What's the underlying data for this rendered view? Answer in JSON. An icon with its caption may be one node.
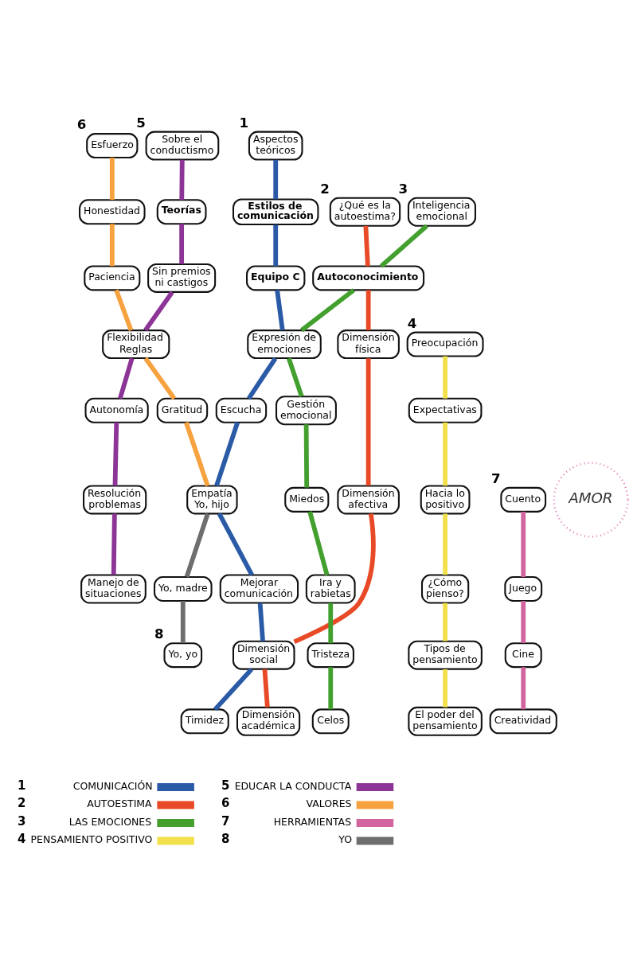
{
  "diagram": {
    "nodes": [
      {
        "text": [
          "Aspectos teóricos"
        ],
        "beside": [
          "1"
        ]
      },
      {
        "text": [
          "Estilos de comunicación"
        ]
      },
      {
        "text": [
          "Equipo C"
        ]
      },
      {
        "text": [
          "Expresión de emociones"
        ]
      },
      {
        "text": [
          "Escucha"
        ]
      },
      {
        "text": [
          "Empatía",
          "Yo, hijo"
        ]
      },
      {
        "text": [
          "Mejorar comunicación"
        ]
      },
      {
        "text": [
          "Dimensión social"
        ]
      },
      {
        "text": [
          "Timidez"
        ]
      },
      {
        "text": [
          "¿Qué es la autoestima?"
        ],
        "beside": [
          "2"
        ]
      },
      {
        "text": [
          "Autoconocimiento"
        ]
      },
      {
        "text": [
          "Dimensión física"
        ]
      },
      {
        "text": [
          "Dimensión afectiva"
        ]
      },
      {
        "text": [
          "Dimensión académica"
        ]
      },
      {
        "text": [
          "Inteligencia emocional"
        ],
        "beside": [
          "3"
        ]
      },
      {
        "text": [
          "Gestión emocional"
        ]
      },
      {
        "text": [
          "Miedos"
        ]
      },
      {
        "text": [
          "Ira y rabietas"
        ]
      },
      {
        "text": [
          "Tristeza"
        ]
      },
      {
        "text": [
          "Celos"
        ]
      },
      {
        "text": [
          "Preocupación"
        ],
        "beside": [
          "4"
        ]
      },
      {
        "text": [
          "Expectativas"
        ]
      },
      {
        "text": [
          "Hacia lo positivo"
        ]
      },
      {
        "text": [
          "¿Cómo pienso?"
        ]
      },
      {
        "text": [
          "Tipos de pensamiento"
        ]
      },
      {
        "text": [
          "El poder del pensamiento"
        ]
      },
      {
        "text": [
          "Sobre el conductismo"
        ],
        "beside": [
          "5"
        ]
      },
      {
        "text": [
          "Teorías"
        ]
      },
      {
        "text": [
          "Sin premios ni castigos"
        ]
      },
      {
        "text": [
          "Flexibilidad",
          "Reglas"
        ]
      },
      {
        "text": [
          "Autonomía"
        ]
      },
      {
        "text": [
          "Resolución problemas"
        ]
      },
      {
        "text": [
          "Manejo de situaciones"
        ]
      },
      {
        "text": [
          "Esfuerzo"
        ],
        "beside": [
          "6"
        ]
      },
      {
        "text": [
          "Honestidad"
        ]
      },
      {
        "text": [
          "Paciencia"
        ]
      },
      {
        "text": [
          "Gratitud"
        ]
      },
      {
        "text": [
          "Cuento"
        ],
        "beside": [
          "7"
        ]
      },
      {
        "text": [
          "Juego"
        ]
      },
      {
        "text": [
          "Cine"
        ]
      },
      {
        "text": [
          "Creatividad"
        ]
      },
      {
        "text": [
          "Yo, madre"
        ]
      },
      {
        "text": [
          "Yo, yo"
        ],
        "beside": [
          "8"
        ]
      },
      {
        "text": [
          "AMOR"
        ]
      }
    ],
    "edges": [
      {
        "from": 0,
        "to": 1,
        "arrow": "none",
        "color": "#2b5aa6"
      },
      {
        "from": 1,
        "to": 2,
        "arrow": "none",
        "color": "#2b5aa6"
      },
      {
        "from": 2,
        "to": 3,
        "arrow": "none",
        "color": "#2b5aa6"
      },
      {
        "from": 3,
        "to": 4,
        "arrow": "none",
        "color": "#2b5aa6"
      },
      {
        "from": 4,
        "to": 5,
        "arrow": "none",
        "color": "#2b5aa6"
      },
      {
        "from": 5,
        "to": 6,
        "arrow": "none",
        "color": "#2b5aa6"
      },
      {
        "from": 6,
        "to": 7,
        "arrow": "none",
        "color": "#2b5aa6"
      },
      {
        "from": 7,
        "to": 8,
        "arrow": "none",
        "color": "#2b5aa6"
      },
      {
        "from": 9,
        "to": 10,
        "arrow": "none",
        "color": "#e84a27"
      },
      {
        "from": 10,
        "to": 11,
        "arrow": "none",
        "color": "#e84a27"
      },
      {
        "from": 11,
        "to": 12,
        "arrow": "none",
        "color": "#e84a27"
      },
      {
        "from": 12,
        "to": 7,
        "arrow": "none",
        "color": "#e84a27"
      },
      {
        "from": 7,
        "to": 13,
        "arrow": "none",
        "color": "#e84a27"
      },
      {
        "from": 14,
        "to": 10,
        "arrow": "none",
        "color": "#43a02f"
      },
      {
        "from": 10,
        "to": 3,
        "arrow": "none",
        "color": "#43a02f"
      },
      {
        "from": 3,
        "to": 15,
        "arrow": "none",
        "color": "#43a02f"
      },
      {
        "from": 15,
        "to": 16,
        "arrow": "none",
        "color": "#43a02f"
      },
      {
        "from": 16,
        "to": 17,
        "arrow": "none",
        "color": "#43a02f"
      },
      {
        "from": 17,
        "to": 18,
        "arrow": "none",
        "color": "#43a02f"
      },
      {
        "from": 18,
        "to": 19,
        "arrow": "none",
        "color": "#43a02f"
      },
      {
        "from": 20,
        "to": 21,
        "arrow": "none",
        "color": "#f2e14c"
      },
      {
        "from": 21,
        "to": 22,
        "arrow": "none",
        "color": "#f2e14c"
      },
      {
        "from": 22,
        "to": 23,
        "arrow": "none",
        "color": "#f2e14c"
      },
      {
        "from": 23,
        "to": 24,
        "arrow": "none",
        "color": "#f2e14c"
      },
      {
        "from": 24,
        "to": 25,
        "arrow": "none",
        "color": "#f2e14c"
      },
      {
        "from": 26,
        "to": 27,
        "arrow": "none",
        "color": "#8d3597"
      },
      {
        "from": 27,
        "to": 28,
        "arrow": "none",
        "color": "#8d3597"
      },
      {
        "from": 28,
        "to": 29,
        "arrow": "none",
        "color": "#8d3597"
      },
      {
        "from": 29,
        "to": 30,
        "arrow": "none",
        "color": "#8d3597"
      },
      {
        "from": 30,
        "to": 31,
        "arrow": "none",
        "color": "#8d3597"
      },
      {
        "from": 31,
        "to": 32,
        "arrow": "none",
        "color": "#8d3597"
      },
      {
        "from": 33,
        "to": 34,
        "arrow": "none",
        "color": "#f6a23e"
      },
      {
        "from": 34,
        "to": 35,
        "arrow": "none",
        "color": "#f6a23e"
      },
      {
        "from": 35,
        "to": 29,
        "arrow": "none",
        "color": "#f6a23e"
      },
      {
        "from": 29,
        "to": 36,
        "arrow": "none",
        "color": "#f6a23e"
      },
      {
        "from": 36,
        "to": 5,
        "arrow": "none",
        "color": "#f6a23e"
      },
      {
        "from": 37,
        "to": 38,
        "arrow": "none",
        "color": "#d2649f"
      },
      {
        "from": 38,
        "to": 39,
        "arrow": "none",
        "color": "#d2649f"
      },
      {
        "from": 39,
        "to": 40,
        "arrow": "none",
        "color": "#d2649f"
      },
      {
        "from": 5,
        "to": 41,
        "arrow": "none",
        "color": "#6e6e6e"
      },
      {
        "from": 41,
        "to": 42,
        "arrow": "none",
        "color": "#6e6e6e"
      }
    ],
    "labels": [
      "1",
      "2",
      "3",
      "4",
      "5",
      "6",
      "7",
      "8"
    ],
    "legend": [
      {
        "text": "COMUNICACIÓN",
        "color": "#2b5aa6"
      },
      {
        "text": "AUTOESTIMA",
        "color": "#e84a27"
      },
      {
        "text": "LAS EMOCIONES",
        "color": "#43a02f"
      },
      {
        "text": "PENSAMIENTO POSITIVO",
        "color": "#f2e14c"
      },
      {
        "text": "EDUCAR LA CONDUCTA",
        "color": "#8d3597"
      },
      {
        "text": "VALORES",
        "color": "#f6a23e"
      },
      {
        "text": "HERRAMIENTAS",
        "color": "#d2649f"
      },
      {
        "text": "YO",
        "color": "#6e6e6e"
      }
    ]
  }
}
